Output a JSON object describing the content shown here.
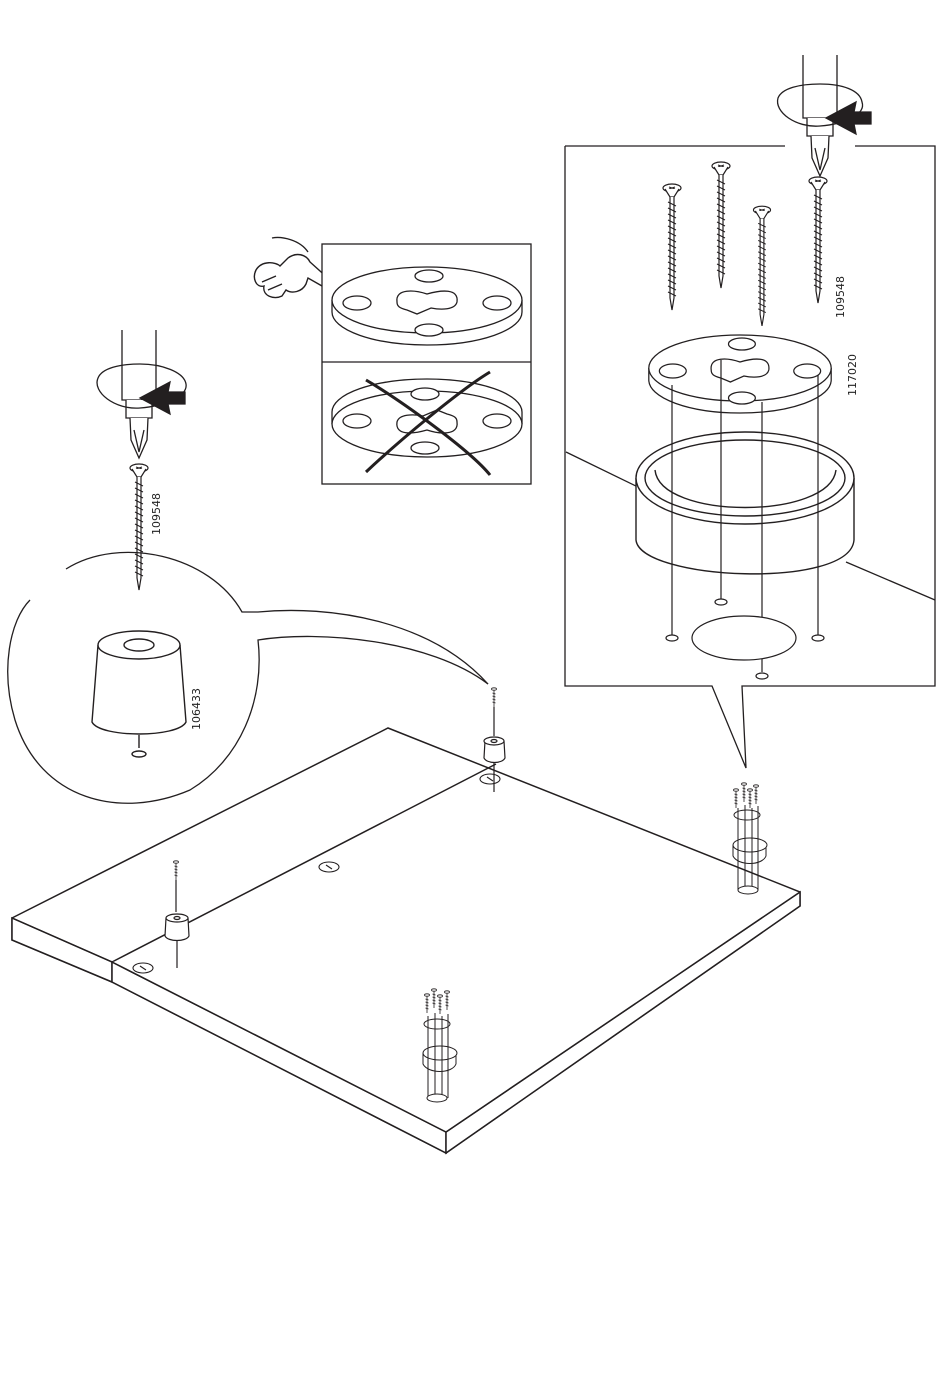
{
  "labels": {
    "part_screw_left": "109548",
    "part_foot_left": "106433",
    "part_screw_right": "109548",
    "part_plate_right": "117020"
  },
  "colors": {
    "line": "#231f20",
    "fill": "#ffffff",
    "board_edge": "#ffffff"
  },
  "instruction": {
    "correct_orientation": "correct",
    "wrong_orientation": "wrong"
  }
}
